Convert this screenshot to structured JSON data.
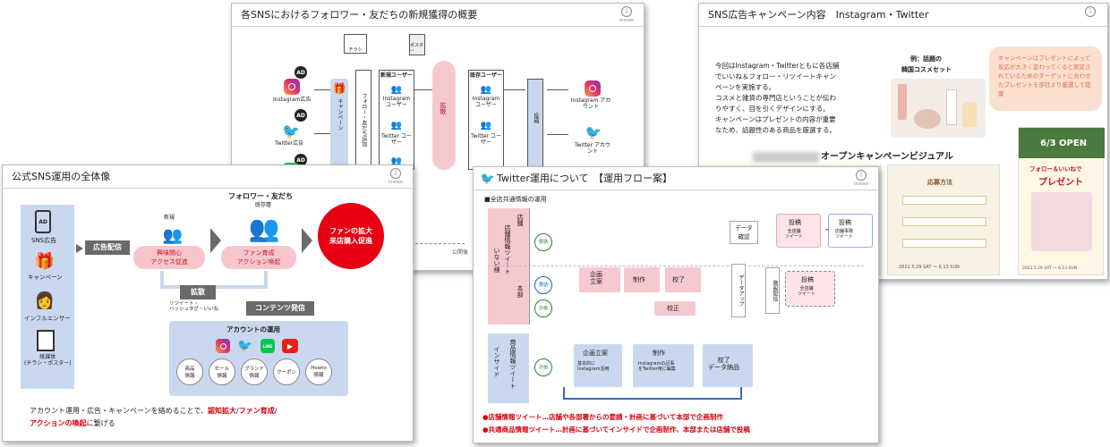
{
  "slide_a": {
    "title": "各SNSにおけるフォロワー・友だちの新規獲得の概要",
    "logo": "insseo",
    "ig_ad": "Instagram広告",
    "tw_ad": "Twitter広告",
    "campaign": "キャンペーン",
    "follow_box": "フォロー・友だち追加",
    "flyer": "チラシ",
    "poster": "ポスター",
    "new_users": "新規ユーザー",
    "ig_user": "Instagram ユーザー",
    "tw_user": "Twitter ユーザー",
    "spread": "拡散",
    "existing_users": "既存ユーザー",
    "post": "投稿",
    "ig_account": "Instagram アカウント",
    "tw_account": "Twitter アカウント",
    "footer": "公開後"
  },
  "slide_b": {
    "title": "SNS広告キャンペーン内容　Instagram・Twitter",
    "body": [
      "今回はInstagram・Twitterともに各店舗",
      "でいいね＆フォロー・リツイートキャン",
      "ペーンを実施する。",
      "コスメと雑貨の専門店ということが伝わ",
      "りやすく、目を引くデザインにする。",
      "キャンペーンはプレゼントの内容が重要",
      "なため、話題性のある商品を厳選する。"
    ],
    "example": "例：話題の",
    "example2": "韓国コスメセット",
    "note": "キャンペーンはプレゼントによって反応が大きく変わってくると実証されているためのターゲットに合わせたプレゼントを部社より厳選して提案",
    "visual_title": "オープンキャンペーンビジュアル",
    "shop": "○○オープン",
    "open": "6/3 OPEN",
    "follow_like": "フォロー＆いいねで",
    "present": "プレゼント",
    "howto": "応募方法",
    "date": "2021 5.29 SAT ～ 6.13 SUN"
  },
  "slide_c": {
    "title": "公式SNS運用の全体像",
    "sns_ad": "SNS広告",
    "campaign": "キャンペーン",
    "influencer": "インフルエンサー",
    "paper": "紙媒体\n(チラシ・ポスター)",
    "ad_delivery": "広告配信",
    "new": "新規",
    "interest": "興味関心\nアクセス促進",
    "follower_title": "フォロワー・友だち",
    "existing": "既存層",
    "fan": "ファン育成\nアクション喚起",
    "red_circle": "ファンの拡大\n来店購入促進",
    "spread": "拡散",
    "retweet": "リツイート・\nハッシュタグ・いいね",
    "content": "コンテンツ発信",
    "account_ops": "アカウントの運用",
    "tags": [
      "商品\n情報",
      "セール\n情報",
      "ブランド\n情報",
      "クーポン",
      "Howto\n情報"
    ],
    "caption1": "アカウント運用・広告・キャンペーンを絡めることで、",
    "caption_red1": "認知拡大",
    "caption_sep": "/",
    "caption_red2": "ファン育成",
    "caption_sep2": "/",
    "caption2": "に繋げる",
    "caption_red3": "アクションの喚起"
  },
  "slide_d": {
    "title": "Twitter運用について　【運用フロー案】",
    "section": "■全店共通情報の運用",
    "lane1": "店舗情報ツイート",
    "lane1b": "いない様",
    "store": "店舗",
    "hq": "本部",
    "lane2": "インサイド",
    "lane2b": "商品情報ツイート",
    "req": "要請",
    "req2": "要請",
    "plan": "計画",
    "plan2": "計画",
    "kikaku": "企画\n立案",
    "seisaku": "制作",
    "kousei": "校了",
    "kousei2": "校正",
    "data_kakunin": "データ\n確認",
    "data_up": "データアップ",
    "shisetsu": "施設配信",
    "post1": "投稿",
    "post1sub": "全店舗\nツイート",
    "post2": "投稿",
    "post2sub": "店舗事務\nツイート",
    "post3": "投稿",
    "post3sub": "全店舗\nツイート",
    "inside_plan": "企画立案",
    "inside_plan_sub": "基本的に\nInstagram活用",
    "inside_make": "制作",
    "inside_make_sub": "Instagramの記事\nをTwitter用に編集",
    "inside_final": "校了\nデータ納品",
    "note1": "●店舗情報ツイート…店舗や各部署からの要請・計画に基づいて本部で企画制作",
    "note2": "●共通商品情報ツイート…計画に基づいてインサイドで企画制作、本部または店舗で投稿"
  },
  "colors": {
    "pink": "#f6c8d0",
    "red": "#d7000f",
    "blue": "#c9d8ee",
    "dark": "#6a6a6a",
    "twitter": "#1da1f2"
  }
}
